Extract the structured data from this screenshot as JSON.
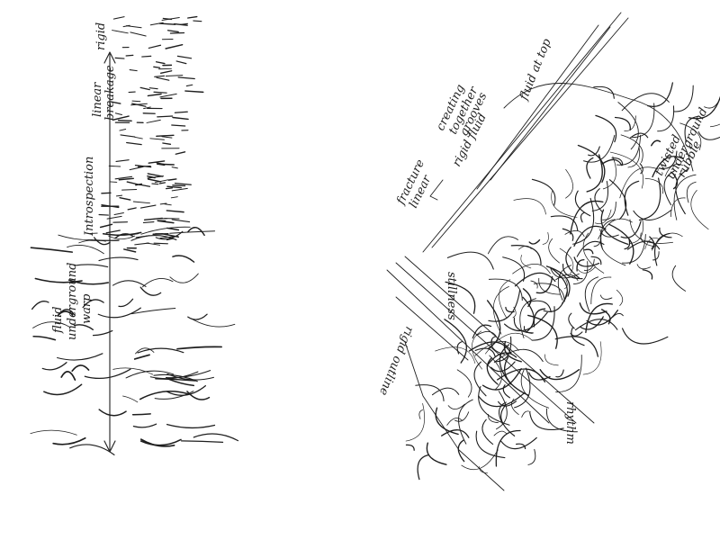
{
  "colors": {
    "paper": "#ffffff",
    "ink": "#1e1e1e",
    "faint": "#4a4a4a"
  },
  "left_sketch": {
    "labels": {
      "fluid": "fluid",
      "underground": "underground",
      "warp": "warp",
      "introspection": "Introspection",
      "linear": "linear",
      "breakage": "breakage",
      "rigid": "rigid"
    }
  },
  "right_sketch": {
    "labels": {
      "fluid_at_top": "fluid at top",
      "creating": "creating",
      "together": "together",
      "grooves": "grooves",
      "rigid_fluid": "rigid fluid",
      "fracture": "fracture",
      "linear": "linear",
      "twisted": "twisted",
      "underground": "underground",
      "rubble": "rubble",
      "stillness": "stillness",
      "rigid_outline": "rigid outline",
      "rhythm": "rhythm"
    }
  }
}
